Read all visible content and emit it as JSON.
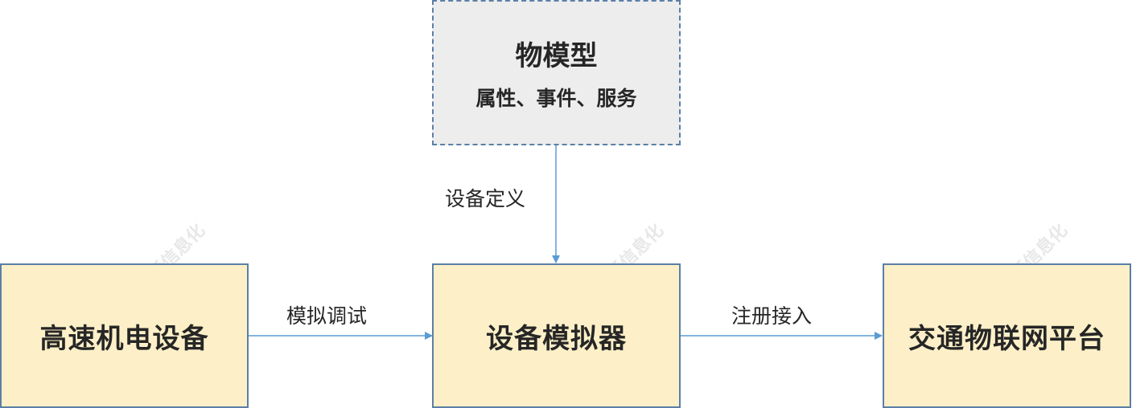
{
  "nodes": {
    "thing_model": {
      "title": "物模型",
      "subtitle": "属性、事件、服务"
    },
    "highway_equipment": {
      "title": "高速机电设备"
    },
    "device_simulator": {
      "title": "设备模拟器"
    },
    "iot_platform": {
      "title": "交通物联网平台"
    }
  },
  "edges": {
    "device_definition": "设备定义",
    "simulation_debug": "模拟调试",
    "register_access": "注册接入"
  },
  "watermark": {
    "text": "中国交通信息化"
  },
  "colors": {
    "box_fill": "#fdf0c8",
    "model_fill": "#ededed",
    "border": "#5b7fa6",
    "arrow": "#5b9bd5"
  }
}
